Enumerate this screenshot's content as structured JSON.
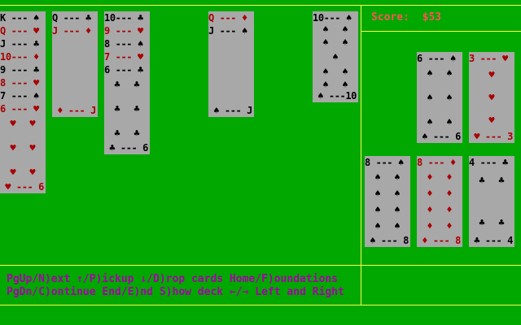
{
  "score": {
    "label": "Score:",
    "value": "$53"
  },
  "help": {
    "line1": "PgUp/N)ext ↑/P)ickup ↓/D)rop cards Home/F)oundations",
    "line2": "PgDn/C)ontinue End/E)nd S)how deck ←/→ Left and Right"
  },
  "colors": {
    "felt": "#00a800",
    "card": "#a8a8a8",
    "red": "#a80000",
    "black": "#000000",
    "border": "#fcfc54",
    "score": "#fc5454",
    "help": "#a800a8"
  },
  "stacks": [
    {
      "name": "column-1",
      "cards": [
        {
          "rank": "K",
          "suit": "♠",
          "color": "black"
        },
        {
          "rank": "Q",
          "suit": "♥",
          "color": "red"
        },
        {
          "rank": "J",
          "suit": "♣",
          "color": "black"
        },
        {
          "rank": "10",
          "suit": "♦",
          "color": "red"
        },
        {
          "rank": "9",
          "suit": "♣",
          "color": "black"
        },
        {
          "rank": "8",
          "suit": "♥",
          "color": "red"
        },
        {
          "rank": "7",
          "suit": "♠",
          "color": "black"
        },
        {
          "rank": "6",
          "suit": "♥",
          "color": "red"
        }
      ]
    },
    {
      "name": "column-2",
      "cards": [
        {
          "rank": "Q",
          "suit": "♣",
          "color": "black"
        },
        {
          "rank": "J",
          "suit": "♦",
          "color": "red"
        }
      ]
    },
    {
      "name": "column-3",
      "cards": [
        {
          "rank": "10",
          "suit": "♣",
          "color": "black"
        },
        {
          "rank": "9",
          "suit": "♥",
          "color": "red"
        },
        {
          "rank": "8",
          "suit": "♠",
          "color": "black"
        },
        {
          "rank": "7",
          "suit": "♥",
          "color": "red"
        },
        {
          "rank": "6",
          "suit": "♣",
          "color": "black"
        }
      ]
    },
    {
      "name": "column-4",
      "cards": [
        {
          "rank": "Q",
          "suit": "♦",
          "color": "red"
        },
        {
          "rank": "J",
          "suit": "♠",
          "color": "black"
        }
      ]
    },
    {
      "name": "column-5",
      "cards": [
        {
          "rank": "10",
          "suit": "♠",
          "color": "black"
        }
      ]
    },
    {
      "name": "foundation-1",
      "cards": [
        {
          "rank": "6",
          "suit": "♠",
          "color": "black"
        }
      ]
    },
    {
      "name": "foundation-2",
      "cards": [
        {
          "rank": "3",
          "suit": "♥",
          "color": "red"
        }
      ]
    },
    {
      "name": "foundation-3",
      "cards": [
        {
          "rank": "8",
          "suit": "♠",
          "color": "black"
        }
      ]
    },
    {
      "name": "foundation-4",
      "cards": [
        {
          "rank": "8",
          "suit": "♦",
          "color": "red"
        }
      ]
    },
    {
      "name": "foundation-5",
      "cards": [
        {
          "rank": "4",
          "suit": "♣",
          "color": "black"
        }
      ]
    }
  ]
}
